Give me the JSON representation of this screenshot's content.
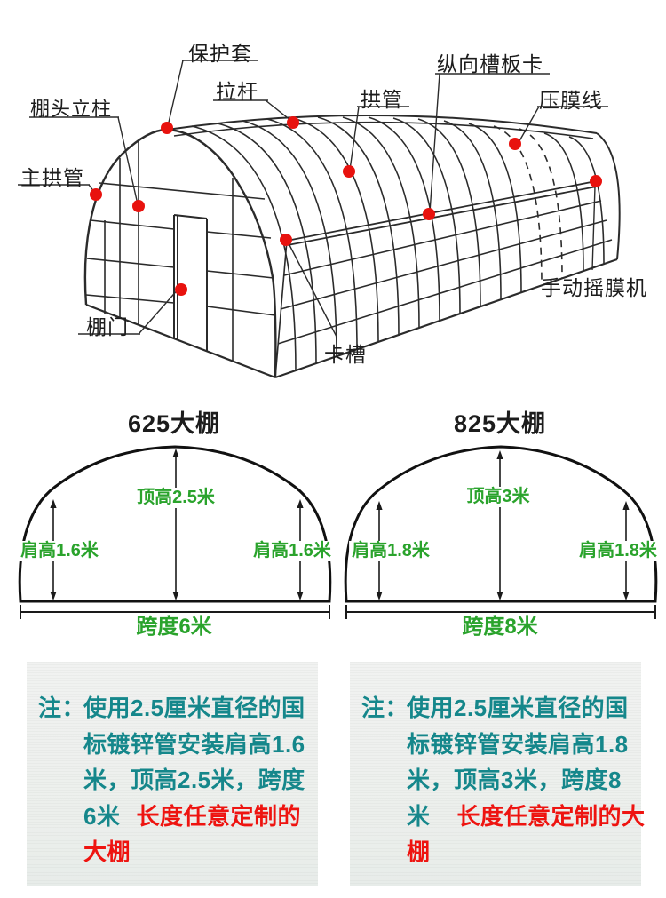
{
  "diagram": {
    "parts": {
      "protective_sleeve": "保护套",
      "tie_rod": "拉杆",
      "arch_pipe": "拱管",
      "longitudinal_channel_clip": "纵向槽板卡",
      "film_press_line": "压膜线",
      "end_post": "棚头立柱",
      "main_arch_pipe": "主拱管",
      "shed_door": "棚门",
      "channel_slot": "卡槽",
      "manual_film_roller": "手动摇膜机"
    }
  },
  "sections": [
    {
      "title": "625大棚",
      "top_height": "顶高2.5米",
      "shoulder_left": "肩高1.6米",
      "shoulder_right": "肩高1.6米",
      "span": "跨度6米"
    },
    {
      "title": "825大棚",
      "top_height": "顶高3米",
      "shoulder_left": "肩高1.8米",
      "shoulder_right": "肩高1.8米",
      "span": "跨度8米"
    }
  ],
  "notes": [
    {
      "prefix": "注：",
      "line1": "使用2.5厘米直径的国",
      "line2": "标镀锌管安装肩高1.6",
      "line3": "米，顶高2.5米，跨度",
      "line4_black": "6米",
      "line4_red": "长度任意定制的",
      "line5_red": "大棚"
    },
    {
      "prefix": "注：",
      "line1": "使用2.5厘米直径的国",
      "line2": "标镀锌管安装肩高1.8",
      "line3": "米，顶高3米，跨度8",
      "line4_black": "米",
      "line4_red": "长度任意定制的大",
      "line5_red": "棚"
    }
  ],
  "colors": {
    "marker_red": "#e8120e",
    "dimension_green": "#2aa32c",
    "note_teal": "#15878b",
    "note_red": "#ee1410",
    "line_black": "#2b2b2b"
  }
}
